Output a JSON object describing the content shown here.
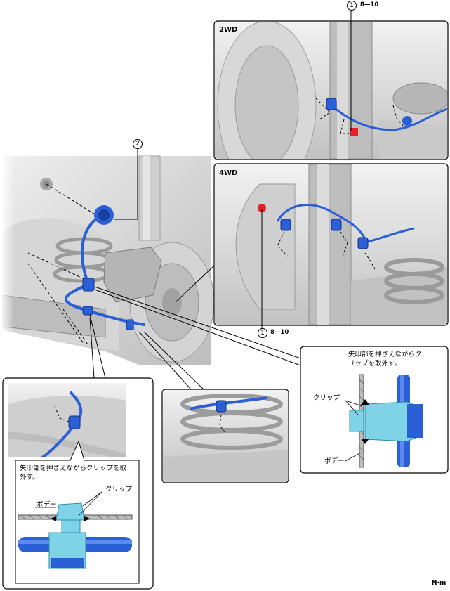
{
  "callouts": {
    "c1_top": {
      "number": "1",
      "value": "8—10"
    },
    "c1_bottom": {
      "number": "1",
      "value": "8—10"
    },
    "c2": {
      "number": "2"
    }
  },
  "panels": {
    "top_right": {
      "label": "2WD"
    },
    "mid_right": {
      "label": "4WD"
    },
    "right_detail": {
      "instruction": "矢印部を押さえながらクリップを取外す。",
      "clip_label": "クリップ",
      "body_label": "ボデー"
    },
    "bottom_left": {
      "instruction": "矢印部を押さえながらクリップを取外す。",
      "clip_label": "クリップ",
      "body_label": "ボデー"
    }
  },
  "unit_label": "N·m",
  "colors": {
    "harness_blue": "#2a5fd6",
    "clip_cyan": "#7fd3e6",
    "red_connector": "#e8202a",
    "gray_part": "#c9c9c9"
  }
}
